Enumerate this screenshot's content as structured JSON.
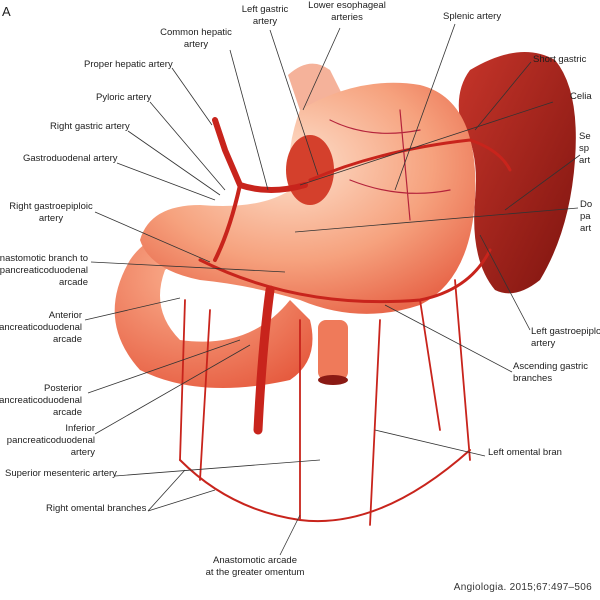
{
  "panel_letter": "A",
  "credit": "Angiologia. 2015;67:497–506",
  "labels": {
    "left_gastric": [
      "Left gastric",
      "artery"
    ],
    "lower_esophageal": [
      "Lower esophageal",
      "arteries"
    ],
    "splenic": [
      "Splenic artery"
    ],
    "common_hepatic": [
      "Common hepatic",
      "artery"
    ],
    "short_gastric": [
      "Short gastric"
    ],
    "proper_hepatic": [
      "Proper hepatic artery"
    ],
    "celiac": [
      "Celia"
    ],
    "pyloric": [
      "Pyloric artery"
    ],
    "right_gastric": [
      "Right gastric artery"
    ],
    "segmental_splenic": [
      "Se",
      "sp",
      "art"
    ],
    "gastroduodenal": [
      "Gastroduodenal artery"
    ],
    "right_gastroepiploic": [
      "Right gastroepiploic",
      "artery"
    ],
    "dorsal_pancreatic": [
      "Do",
      "pa",
      "art"
    ],
    "anastomotic_branch": [
      "Anastomotic branch to",
      "pancreaticoduodenal",
      "arcade"
    ],
    "anterior_pd": [
      "Anterior",
      "pancreaticoduodenal",
      "arcade"
    ],
    "left_gastroepiploic": [
      "Left gastroepiploic",
      "artery"
    ],
    "ascending_gastric": [
      "Ascending gastric",
      "branches"
    ],
    "posterior_pd": [
      "Posterior",
      "pancreaticoduodenal",
      "arcade"
    ],
    "inferior_pd": [
      "Inferior",
      "pancreaticoduodenal",
      "artery"
    ],
    "left_omental": [
      "Left omental bran"
    ],
    "superior_mesenteric": [
      "Superior mesenteric artery"
    ],
    "right_omental": [
      "Right omental branches"
    ],
    "anastomotic_arcade": [
      "Anastomotic arcade",
      "at the greater omentum"
    ]
  },
  "colors": {
    "stomach": "#f39a76",
    "spleen": "#a8231a",
    "artery": "#c8241c",
    "leader": "#333333"
  }
}
